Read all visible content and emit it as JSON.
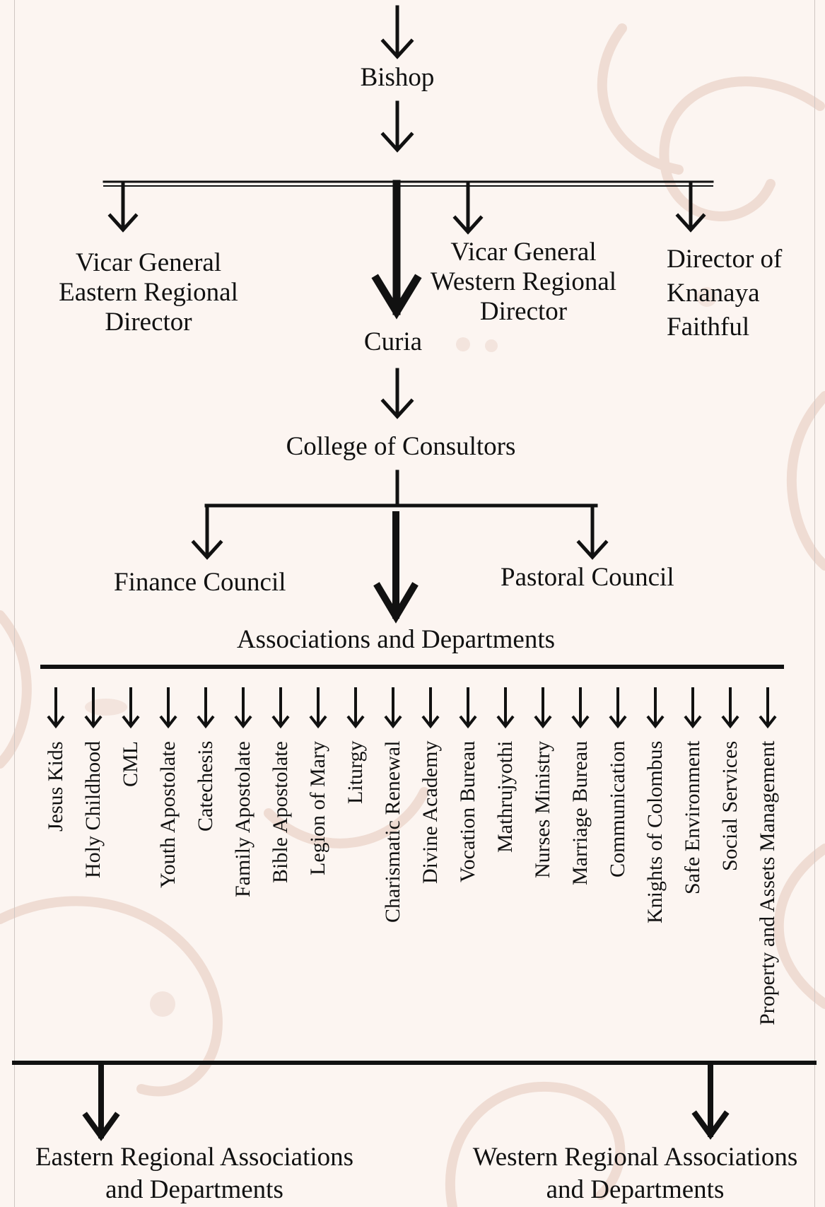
{
  "nodes": {
    "bishop": "Bishop",
    "vicar_east": "Vicar General\nEastern Regional Director",
    "curia": "Curia",
    "vicar_west": "Vicar General\nWestern Regional\nDirector",
    "director_knanaya": "Director of\nKnanaya\nFaithful",
    "college": "College of Consultors",
    "finance": "Finance Council",
    "pastoral": "Pastoral Council",
    "associations": "Associations and Departments",
    "eastern_assoc": "Eastern Regional Associations\nand Departments",
    "western_assoc": "Western Regional Associations\nand Departments"
  },
  "departments": [
    "Jesus Kids",
    "Holy Childhood",
    "CML",
    "Youth Apostolate",
    "Catechesis",
    "Family Apostolate",
    "Bible Apostolate",
    "Legion of Mary",
    "Liturgy",
    "Charismatic Renewal",
    "Divine Academy",
    "Vocation Bureau",
    "Mathrujyothi",
    "Nurses Ministry",
    "Marriage Bureau",
    "Communication",
    "Knights of Colombus",
    "Safe Environment",
    "Social Services",
    "Property and Assets Management"
  ],
  "colors": {
    "background": "#fcf5f1",
    "decoration": "#efdcd3",
    "ink": "#111111"
  }
}
